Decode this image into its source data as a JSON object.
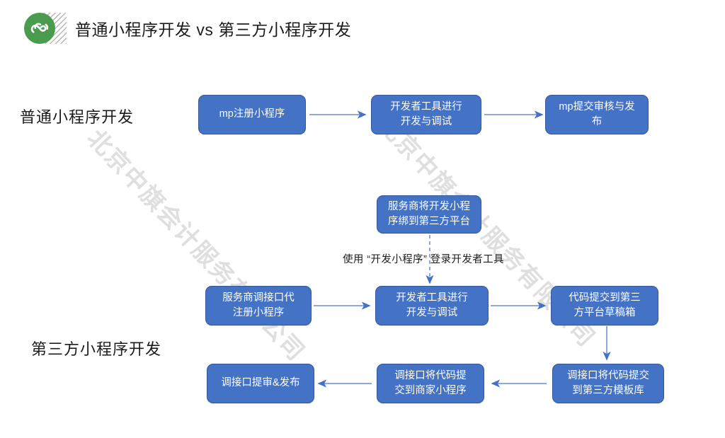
{
  "header": {
    "title": "普通小程序开发 vs 第三方小程序开发",
    "logo_name": "wechat-miniprogram-logo"
  },
  "watermark": {
    "text": "北京中旗会计服务有限公司"
  },
  "sections": {
    "top_label": "普通小程序开发",
    "bottom_label": "第三方小程序开发"
  },
  "colors": {
    "box_fill": "#4472C4",
    "box_border": "#33579B",
    "arrow": "#8EAADB",
    "arrow_head": "#4472C4",
    "logo_green": "#4A9B4E",
    "text": "#1C1C1C"
  },
  "annotation": {
    "text": "使用 “开发小程序” 登录开发者工具"
  },
  "nodes": {
    "n1": "mp注册小程序",
    "n2": "开发者工具进行\n开发与调试",
    "n3": "mp提交审核与发\n布",
    "n4": "服务商将开发小程\n序绑到第三方平台",
    "n5": "服务商调接口代\n注册小程序",
    "n6": "开发者工具进行\n开发与调试",
    "n7": "代码提交到第三\n方平台草稿箱",
    "n8": "调接口将代码提交\n到第三方模板库",
    "n9": "调接口将代码提\n交到商家小程序",
    "n10": "调接口提审&发布"
  },
  "chart_data": {
    "type": "diagram",
    "title": "普通小程序开发 vs 第三方小程序开发",
    "lanes": [
      {
        "name": "普通小程序开发",
        "steps": [
          "mp注册小程序",
          "开发者工具进行开发与调试",
          "mp提交审核与发布"
        ]
      },
      {
        "name": "第三方小程序开发",
        "steps": [
          "服务商将开发小程序绑到第三方平台",
          "服务商调接口代注册小程序",
          "开发者工具进行开发与调试",
          "代码提交到第三方平台草稿箱",
          "调接口将代码提交到第三方模板库",
          "调接口将代码提交到商家小程序",
          "调接口提审&发布"
        ]
      }
    ],
    "edges": [
      {
        "from": "mp注册小程序",
        "to": "开发者工具进行开发与调试",
        "style": "solid",
        "label": ""
      },
      {
        "from": "开发者工具进行开发与调试",
        "to": "mp提交审核与发布",
        "style": "solid",
        "label": ""
      },
      {
        "from": "服务商将开发小程序绑到第三方平台",
        "to": "开发者工具进行开发与调试",
        "style": "dashed",
        "label": "使用 “开发小程序” 登录开发者工具"
      },
      {
        "from": "服务商调接口代注册小程序",
        "to": "开发者工具进行开发与调试",
        "style": "solid",
        "label": ""
      },
      {
        "from": "开发者工具进行开发与调试",
        "to": "代码提交到第三方平台草稿箱",
        "style": "solid",
        "label": ""
      },
      {
        "from": "代码提交到第三方平台草稿箱",
        "to": "调接口将代码提交到第三方模板库",
        "style": "solid",
        "label": ""
      },
      {
        "from": "调接口将代码提交到第三方模板库",
        "to": "调接口将代码提交到商家小程序",
        "style": "solid",
        "label": ""
      },
      {
        "from": "调接口将代码提交到商家小程序",
        "to": "调接口提审&发布",
        "style": "solid",
        "label": ""
      }
    ]
  }
}
